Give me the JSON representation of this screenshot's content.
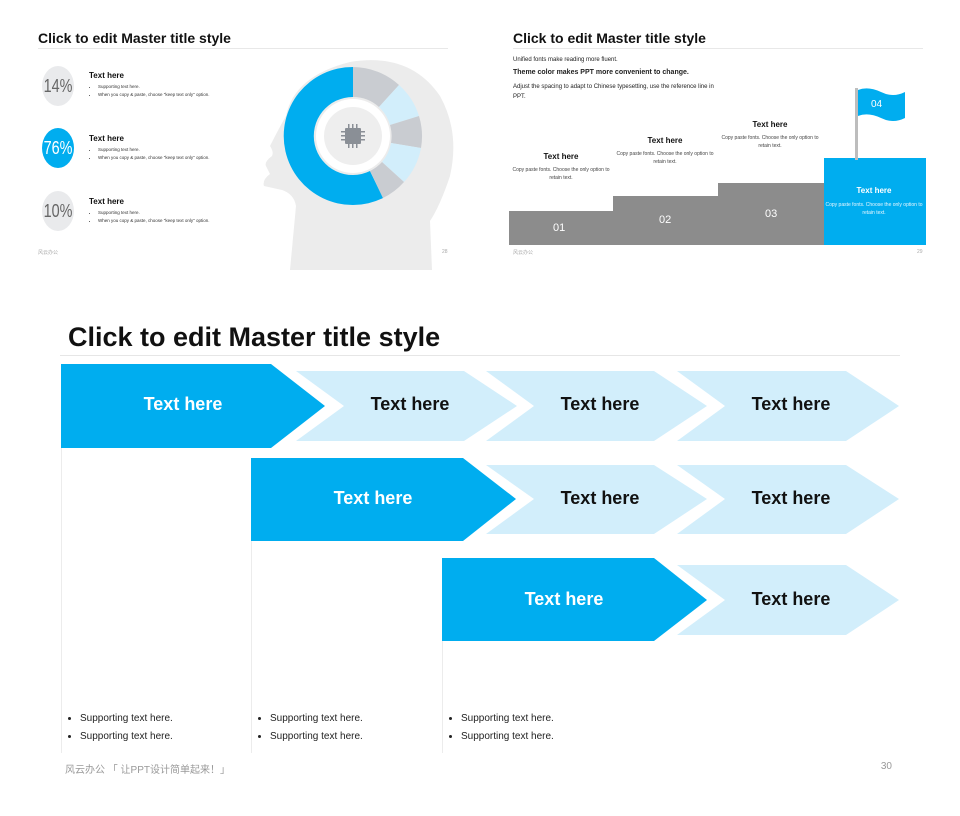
{
  "slide1": {
    "title": "Click to edit Master title style",
    "items": [
      {
        "percent": "14%",
        "title": "Text here",
        "bullets": [
          "Supporting text here.",
          "When you copy & paste, choose \"keep text only\" option."
        ]
      },
      {
        "percent": "76%",
        "title": "Text here",
        "bullets": [
          "Supporting text here.",
          "When you copy & paste, choose \"keep text only\" option."
        ]
      },
      {
        "percent": "10%",
        "title": "Text here",
        "bullets": [
          "Supporting text here.",
          "When you copy & paste, choose \"keep text only\" option."
        ]
      }
    ],
    "footer_left": "风云办公",
    "page": "28",
    "accent": "#00adef"
  },
  "slide2": {
    "title": "Click to edit Master title style",
    "line1": "Unified fonts make reading more fluent.",
    "line2": "Theme color makes PPT more convenient to change.",
    "line3": "Adjust the spacing to adapt to Chinese typesetting, use the reference line in PPT.",
    "steps": [
      {
        "num": "01",
        "title": "Text here",
        "desc": "Copy paste fonts. Choose the only option to retain text."
      },
      {
        "num": "02",
        "title": "Text here",
        "desc": "Copy paste fonts. Choose the only option to retain text."
      },
      {
        "num": "03",
        "title": "Text here",
        "desc": "Copy paste fonts. Choose the only option to retain text."
      },
      {
        "num": "04",
        "title": "Text here",
        "desc": "Copy paste fonts. Choose the only option to retain text."
      }
    ],
    "footer_left": "风云办公",
    "page": "29"
  },
  "slide3": {
    "title": "Click to edit Master title style",
    "rows": [
      [
        "Text here",
        "Text here",
        "Text here",
        "Text here"
      ],
      [
        "Text here",
        "Text here",
        "Text here"
      ],
      [
        "Text here",
        "Text here"
      ]
    ],
    "columns": [
      {
        "bullets": [
          "Supporting text here.",
          "Supporting text here."
        ]
      },
      {
        "bullets": [
          "Supporting text here.",
          "Supporting text here."
        ]
      },
      {
        "bullets": [
          "Supporting text here.",
          "Supporting text here."
        ]
      }
    ],
    "footer_left": "风云办公 「 让PPT设计简单起来！」",
    "page": "30",
    "colors": {
      "accent": "#00adef",
      "light": "#d2eefb"
    }
  }
}
